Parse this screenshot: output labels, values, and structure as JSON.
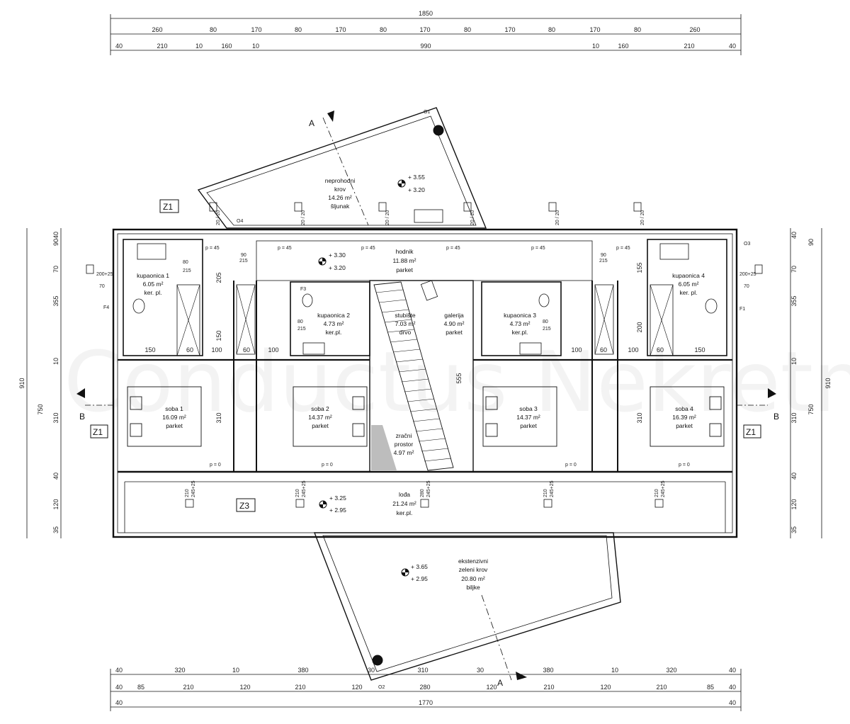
{
  "watermark": "Conductus Nekretnine",
  "dimensions": {
    "top_total": "1850",
    "top_row1": [
      "260",
      "80",
      "170",
      "80",
      "170",
      "80",
      "170",
      "80",
      "170",
      "80",
      "170",
      "80",
      "260"
    ],
    "top_row2": [
      "40",
      "210",
      "10",
      "160",
      "10",
      "990",
      "10",
      "160",
      "210",
      "40"
    ],
    "bottom_row1": [
      "40",
      "320",
      "10",
      "380",
      "30",
      "310",
      "30",
      "380",
      "10",
      "320",
      "40"
    ],
    "bottom_row2": [
      "40",
      "85",
      "210",
      "120",
      "210",
      "120",
      "280",
      "120",
      "210",
      "120",
      "210",
      "85",
      "40"
    ],
    "bottom_total": [
      "40",
      "1770",
      "40"
    ],
    "left_outer": "910",
    "left_inner": [
      "40",
      "90",
      "70",
      "355",
      "10",
      "750",
      "310",
      "40",
      "120",
      "35"
    ],
    "right_outer": "910",
    "right_inner": [
      "40",
      "90",
      "70",
      "355",
      "10",
      "750",
      "310",
      "40",
      "120",
      "35"
    ],
    "interior": [
      "150",
      "60",
      "100",
      "60",
      "100",
      "100",
      "60",
      "100",
      "60",
      "150",
      "205",
      "150",
      "310",
      "310",
      "555",
      "200",
      "155"
    ]
  },
  "rooms": {
    "roof_top": {
      "name": "neprohodni",
      "name2": "krov",
      "area": "14.26 m²",
      "finish": "šljunak"
    },
    "level_roof_top": {
      "a": "+ 3.55",
      "b": "+ 3.20"
    },
    "hallway": {
      "name": "hodnik",
      "area": "11.88 m²",
      "finish": "parket"
    },
    "level_hallway": {
      "a": "+ 3.30",
      "b": "+ 3.20"
    },
    "bath1": {
      "name": "kupaonica 1",
      "area": "6.05 m²",
      "finish": "ker. pl."
    },
    "bath2": {
      "name": "kupaonica 2",
      "area": "4.73 m²",
      "finish": "ker.pl."
    },
    "stairs": {
      "name": "stubište",
      "area": "7.03 m²",
      "finish": "drvo"
    },
    "gallery": {
      "name": "galerija",
      "area": "4.90 m²",
      "finish": "parket"
    },
    "bath3": {
      "name": "kupaonica 3",
      "area": "4.73 m²",
      "finish": "ker.pl."
    },
    "bath4": {
      "name": "kupaonica 4",
      "area": "6.05 m²",
      "finish": "ker. pl."
    },
    "room1": {
      "name": "soba 1",
      "area": "16.09 m²",
      "finish": "parket"
    },
    "room2": {
      "name": "soba 2",
      "area": "14.37 m²",
      "finish": "parket"
    },
    "airspace": {
      "name": "zračni",
      "name2": "prostor",
      "area": "4.97 m²"
    },
    "room3": {
      "name": "soba 3",
      "area": "14.37 m²",
      "finish": "parket"
    },
    "room4": {
      "name": "soba 4",
      "area": "16.39 m²",
      "finish": "parket"
    },
    "loggia": {
      "name": "lođa",
      "area": "21.24 m²",
      "finish": "ker.pl."
    },
    "level_loggia": {
      "a": "+ 3.25",
      "b": "+ 2.95"
    },
    "green_roof": {
      "name": "ekstenzivni",
      "name2": "zeleni krov",
      "area": "20.80 m²",
      "finish": "biljke"
    },
    "level_green": {
      "a": "+ 3.65",
      "b": "+ 2.95"
    }
  },
  "markers": {
    "section_a": "A",
    "section_b": "B",
    "z1": "Z1",
    "z3": "Z3",
    "o1": "O1",
    "o2": "O2",
    "o3": "O3",
    "o4": "O4",
    "f1": "F1",
    "f3": "F3",
    "f4": "F4",
    "p45": "p = 45",
    "p0": "p = 0",
    "door_90_215": [
      "90",
      "215"
    ],
    "door_80_215": [
      "80",
      "215"
    ],
    "window_70": [
      "70",
      "200+25"
    ],
    "window_210": [
      "210",
      "245+25"
    ],
    "window_280": [
      "280",
      "245+25"
    ],
    "vent_20": "20 / 20"
  }
}
